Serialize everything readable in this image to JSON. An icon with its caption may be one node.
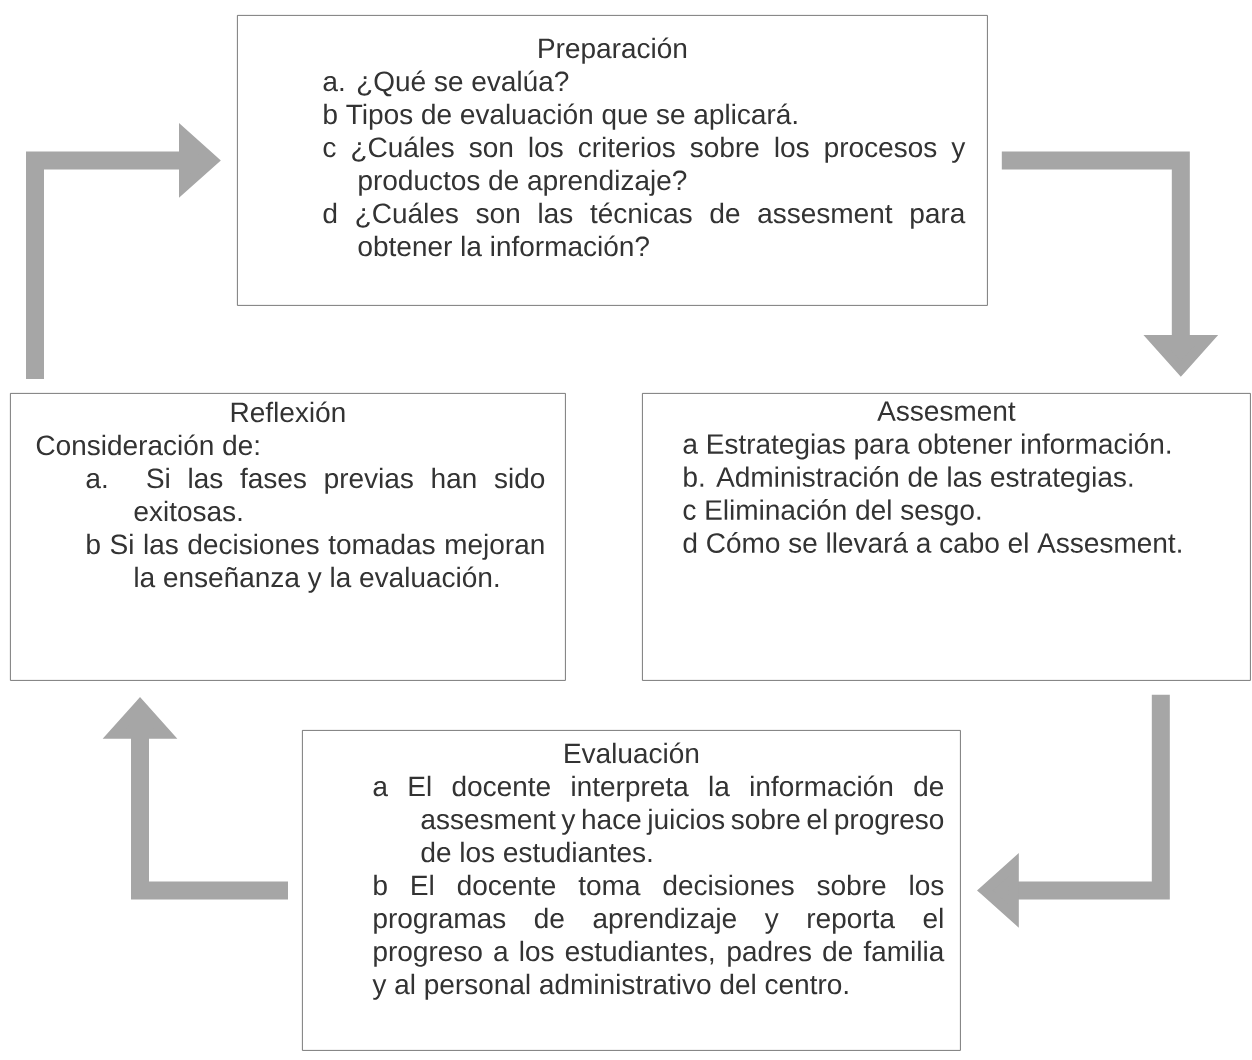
{
  "diagram": {
    "nodes": [
      {
        "text": [
          "Preparación",
          "a. ¿Qué se evalúa?",
          "b Tipos de evaluación que se aplicará.",
          "c ¿Cuáles son los criterios sobre los procesos y productos de aprendizaje?",
          "d ¿Cuáles son las técnicas de assesment para obtener la información?"
        ]
      },
      {
        "text": [
          "Reflexión",
          "Consideración de:",
          "a. Si las fases previas han sido exitosas.",
          "b Si las decisiones tomadas mejoran la enseñanza y la evaluación."
        ]
      },
      {
        "text": [
          "Assesment",
          "a Estrategias para obtener información.",
          "b. Administración de las estrategias.",
          "c Eliminación del sesgo.",
          "d Cómo se llevará a cabo el Assesment."
        ]
      },
      {
        "text": [
          "Evaluación",
          "a El docente interpreta la información de assesment y hace juicios sobre el progreso de los estudiantes.",
          "b El docente toma decisiones sobre los programas de aprendizaje y reporta el progreso a los estudiantes, padres de familia y al personal administrativo del centro."
        ]
      }
    ],
    "edges": [
      {
        "from": 0,
        "to": 2,
        "arrow": "to"
      },
      {
        "from": 2,
        "to": 3,
        "arrow": "to"
      },
      {
        "from": 3,
        "to": 1,
        "arrow": "to"
      },
      {
        "from": 1,
        "to": 0,
        "arrow": "to"
      }
    ]
  }
}
